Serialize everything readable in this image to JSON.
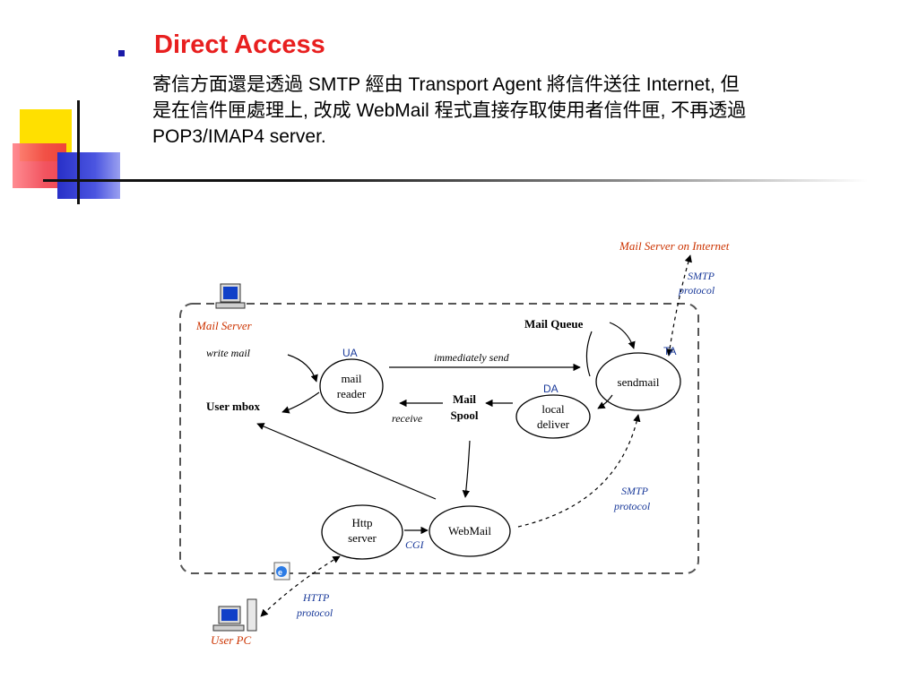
{
  "slide": {
    "bullet_title": "Direct Access",
    "body_line1": "寄信方面還是透過 SMTP 經由 Transport Agent 將信件送往 Internet, 但",
    "body_line2": "是在信件匣處理上, 改成 WebMail 程式直接存取使用者信件匣, 不再透過",
    "body_line3": "POP3/IMAP4 server."
  },
  "diagram": {
    "mail_server_internet": "Mail Server on Internet",
    "smtp_top_1": "SMTP",
    "smtp_top_2": "protocol",
    "mail_server": "Mail Server",
    "mail_queue": "Mail Queue",
    "write_mail": "write mail",
    "ua": "UA",
    "mail_reader_1": "mail",
    "mail_reader_2": "reader",
    "immediately_send": "immediately send",
    "ta": "TA",
    "sendmail": "sendmail",
    "user_mbox": "User mbox",
    "mail_spool_1": "Mail",
    "mail_spool_2": "Spool",
    "receive": "receive",
    "da": "DA",
    "local_deliver_1": "local",
    "local_deliver_2": "deliver",
    "smtp_right_1": "SMTP",
    "smtp_right_2": "protocol",
    "http_server_1": "Http",
    "http_server_2": "server",
    "webmail": "WebMail",
    "cgi": "CGI",
    "http_protocol_1": "HTTP",
    "http_protocol_2": "protocol",
    "user_pc": "User PC"
  },
  "colors": {
    "title_red": "#e81f1f",
    "label_red": "#cc3300",
    "label_blue": "#1a3a9a"
  },
  "icons": [
    "computer-icon",
    "internet-explorer-icon",
    "user-pc-icon"
  ]
}
